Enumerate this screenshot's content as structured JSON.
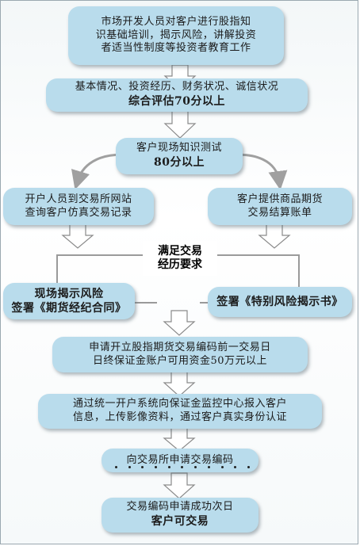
{
  "steps": {
    "s1": [
      "市场开发人员对客户进行股指知",
      "识基础培训，揭示风险，讲解投资",
      "者适当性制度等投资者教育工作"
    ],
    "s2": [
      "基本情况、投资经历、财务状况、诚信状况",
      "综合评估70分以上"
    ],
    "s3": [
      "客户现场知识测试",
      "80分以上"
    ],
    "s4_left": [
      "开户人员到交易所网站",
      "查询客户仿真交易记录"
    ],
    "s4_right": [
      "客户提供商品期货",
      "交易结算账单"
    ],
    "s5": [
      "满足交易",
      "经历要求"
    ],
    "s6_left": [
      "现场揭示风险",
      "签署《期货经纪合同》"
    ],
    "s6_right": [
      "签署《特别风险揭示书》"
    ],
    "s7": [
      "申请开立股指期货交易编码前一交易日",
      "日终保证金账户可用资金50万元以上"
    ],
    "s8": [
      "通过统一开户系统向保证金监控中心报入客户",
      "信息，上传影像资料，通过客户真实身份认证"
    ],
    "s9": [
      "向交易所申请交易编码"
    ],
    "s10": [
      "交易编码申请成功次日",
      "客户可交易"
    ]
  },
  "colors": {
    "box": "#b9dcec",
    "arrow_fill": "#ffffff",
    "arrow_stroke": "#8a8a8a",
    "line": "#9a9a9a"
  }
}
